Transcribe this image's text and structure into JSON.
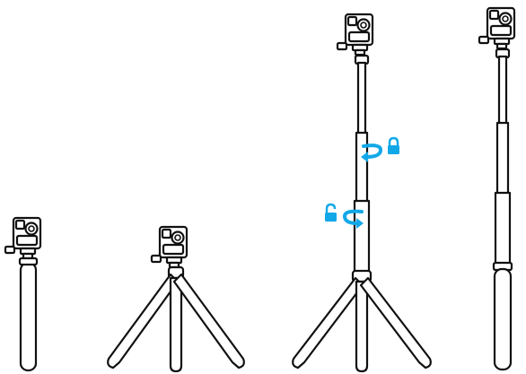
{
  "figure": {
    "description_items": [
      {
        "id": "handheld",
        "icon": "camera-on-grip-icon"
      },
      {
        "id": "tripod-short",
        "icon": "camera-on-tripod-icon"
      },
      {
        "id": "extending",
        "icon": "camera-on-extending-pole-icon"
      },
      {
        "id": "extended",
        "icon": "camera-on-extended-pole-icon"
      }
    ],
    "indicators": {
      "lock": {
        "icon": "lock-closed-icon",
        "rotation_icon": "rotate-arrow-icon"
      },
      "unlock": {
        "icon": "lock-open-icon",
        "rotation_icon": "rotate-arrow-icon"
      }
    }
  },
  "colors": {
    "line": "#111111",
    "fill": "#ffffff",
    "accent": "#12a8e8"
  }
}
